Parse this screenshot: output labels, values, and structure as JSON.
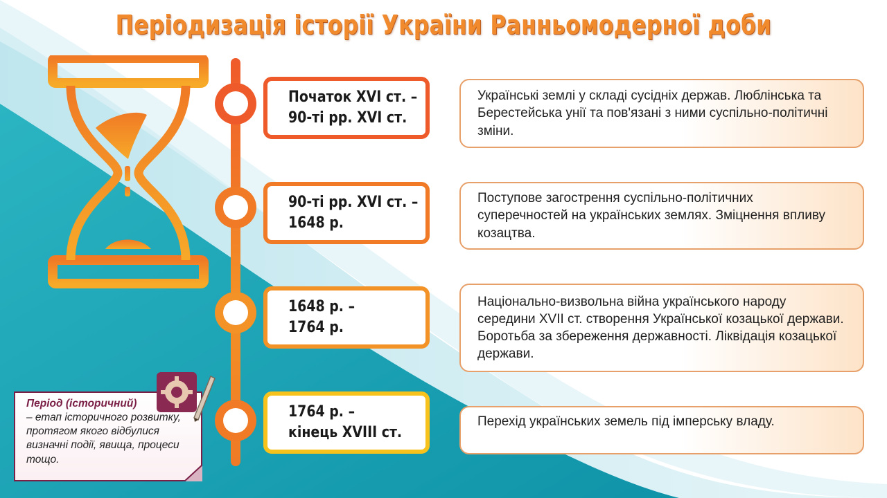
{
  "title": "Періодизація історії України Ранньомодерної доби",
  "colors": {
    "accent_red": "#ef5a2a",
    "accent_orange": "#f39226",
    "accent_yellow": "#f7c21c",
    "teal": "#1ea5b5",
    "note_border": "#7a1f46"
  },
  "icons": {
    "hourglass": "hourglass-icon",
    "badge": "gear-pen-icon"
  },
  "periods": [
    {
      "line1": "Початок XVI ст. –",
      "line2": "90-ті рр. XVI ст.",
      "color": "#ef5a2a",
      "description": "Українські землі у складі сусідніх держав. Люблінська та Берестейська унії та пов'язані з ними суспільно-політичні зміни."
    },
    {
      "line1": "90-ті рр. XVI ст. –",
      "line2": "1648 р.",
      "color": "#f07a26",
      "description": "Поступове загострення суспільно-політичних суперечностей на українських землях. Зміцнення впливу козацтва."
    },
    {
      "line1": "1648 р. –",
      "line2": "1764 р.",
      "color": "#f39226",
      "description": "Національно-визвольна війна українського народу середини XVII ст. створення Української козацької держави. Боротьба за збереження державності. Ліквідація козацької держави."
    },
    {
      "line1": "1764 р. –",
      "line2": "кінець XVIII ст.",
      "color": "#f7c21c",
      "description": "Перехід українських земель під імперську владу."
    }
  ],
  "note": {
    "term": "Період (історичний)",
    "definition": "– етап історичного розвитку, протягом якого відбулися визначні події, явища, процеси тощо."
  }
}
